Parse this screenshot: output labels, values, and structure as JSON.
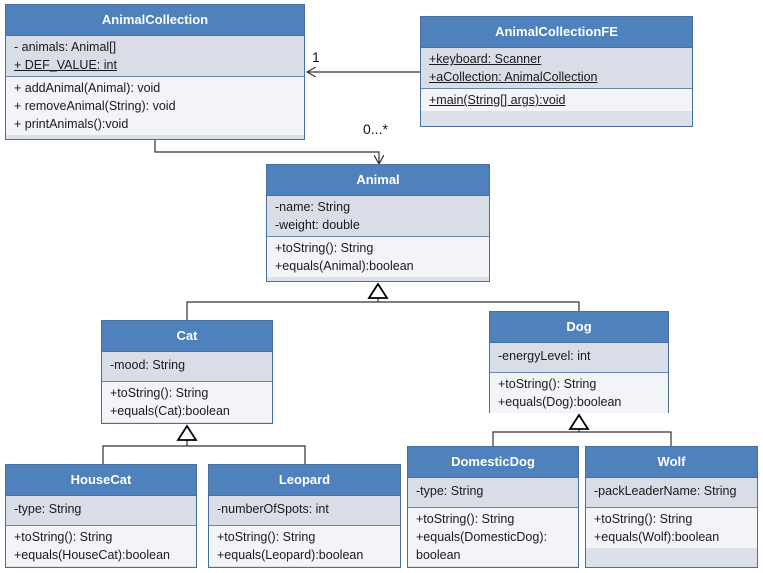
{
  "classes": {
    "animal_collection": {
      "name": "AnimalCollection",
      "attributes": [
        "- animals: Animal[]",
        "+ DEF_VALUE: int"
      ],
      "operations": [
        "+ addAnimal(Animal): void",
        "+ removeAnimal(String): void",
        "+ printAnimals():void"
      ]
    },
    "animal_collection_fe": {
      "name": "AnimalCollectionFE",
      "attributes": [
        "+keyboard: Scanner",
        "+aCollection: AnimalCollection"
      ],
      "operations": [
        "+main(String[] args):void"
      ]
    },
    "animal": {
      "name": "Animal",
      "attributes": [
        "-name: String",
        "-weight: double"
      ],
      "operations": [
        "+toString(): String",
        "+equals(Animal):boolean"
      ]
    },
    "cat": {
      "name": "Cat",
      "attributes": [
        "-mood: String"
      ],
      "operations": [
        "+toString(): String",
        "+equals(Cat):boolean"
      ]
    },
    "dog": {
      "name": "Dog",
      "attributes": [
        "-energyLevel: int"
      ],
      "operations": [
        "+toString(): String",
        "+equals(Dog):boolean"
      ]
    },
    "housecat": {
      "name": "HouseCat",
      "attributes": [
        "-type: String"
      ],
      "operations": [
        "+toString(): String",
        "+equals(HouseCat):boolean"
      ]
    },
    "leopard": {
      "name": "Leopard",
      "attributes": [
        "-numberOfSpots: int"
      ],
      "operations": [
        "+toString(): String",
        "+equals(Leopard):boolean"
      ]
    },
    "domesticdog": {
      "name": "DomesticDog",
      "attributes": [
        "-type: String"
      ],
      "operations": [
        "+toString(): String",
        "+equals(DomesticDog):",
        "boolean"
      ]
    },
    "wolf": {
      "name": "Wolf",
      "attributes": [
        "-packLeaderName: String"
      ],
      "operations": [
        "+toString(): String",
        "+equals(Wolf):boolean"
      ]
    }
  },
  "multiplicities": {
    "fe_to_collection": "1",
    "collection_to_animal": "0...*"
  },
  "colors": {
    "header": "#4f81bd",
    "border": "#4a6f9e",
    "attributes_bg": "#d9dde7",
    "operations_bg": "#f3f4f7"
  }
}
